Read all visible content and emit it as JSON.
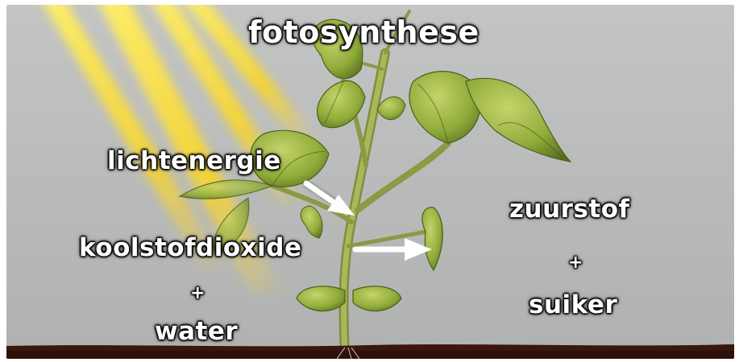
{
  "title": "fotosynthese",
  "labels": {
    "light_energy": "lichtenergie",
    "carbon_dioxide": "koolstofdioxide",
    "plus_left": "+",
    "water": "water",
    "oxygen": "zuurstof",
    "plus_right": "+",
    "sugar": "suiker"
  },
  "colors": {
    "background": "#b9bbbb",
    "soil": "#3a160f",
    "sunbeam": "#ffd81c",
    "leaf": "#8fac3a",
    "leaf_dark": "#566b1f",
    "stem": "#9aa84e",
    "arrow": "#ffffff",
    "label_text": "#ffffff"
  },
  "icons": [
    "sunbeams",
    "plant",
    "arrow-to-stem",
    "arrow-to-leaf"
  ]
}
